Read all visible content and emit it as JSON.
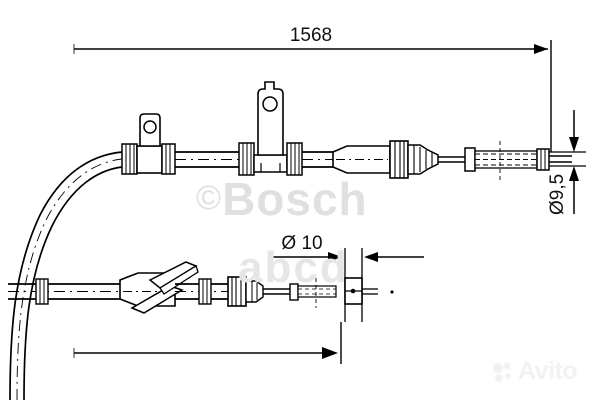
{
  "drawing": {
    "title": "Bosch handbrake cable technical drawing",
    "background_color": "#ffffff",
    "line_color": "#000000",
    "dimensions": {
      "overall_length": {
        "label": "1568",
        "name": "overall-length-dimension"
      },
      "cable_diameter": {
        "label": "Ø9,5",
        "name": "cable-diameter-dimension"
      },
      "sleeve_diameter": {
        "label": "Ø 10",
        "name": "sleeve-diameter-dimension"
      }
    },
    "components": {
      "upper_assembly_label": "upper-cable-assembly",
      "lower_assembly_label": "lower-cable-assembly",
      "bracket_small_label": "small-mounting-bracket",
      "bracket_large_label": "large-mounting-bracket",
      "conical_fitting_label": "conical-fitting",
      "threaded_end_label": "threaded-rod-end",
      "fork_fitting_label": "fork-end-fitting"
    }
  },
  "watermarks": {
    "bosch": {
      "copyright_symbol": "©",
      "text": "Bosch"
    },
    "abcd": {
      "text": "abcd"
    },
    "avito": {
      "text": "Avito"
    }
  }
}
